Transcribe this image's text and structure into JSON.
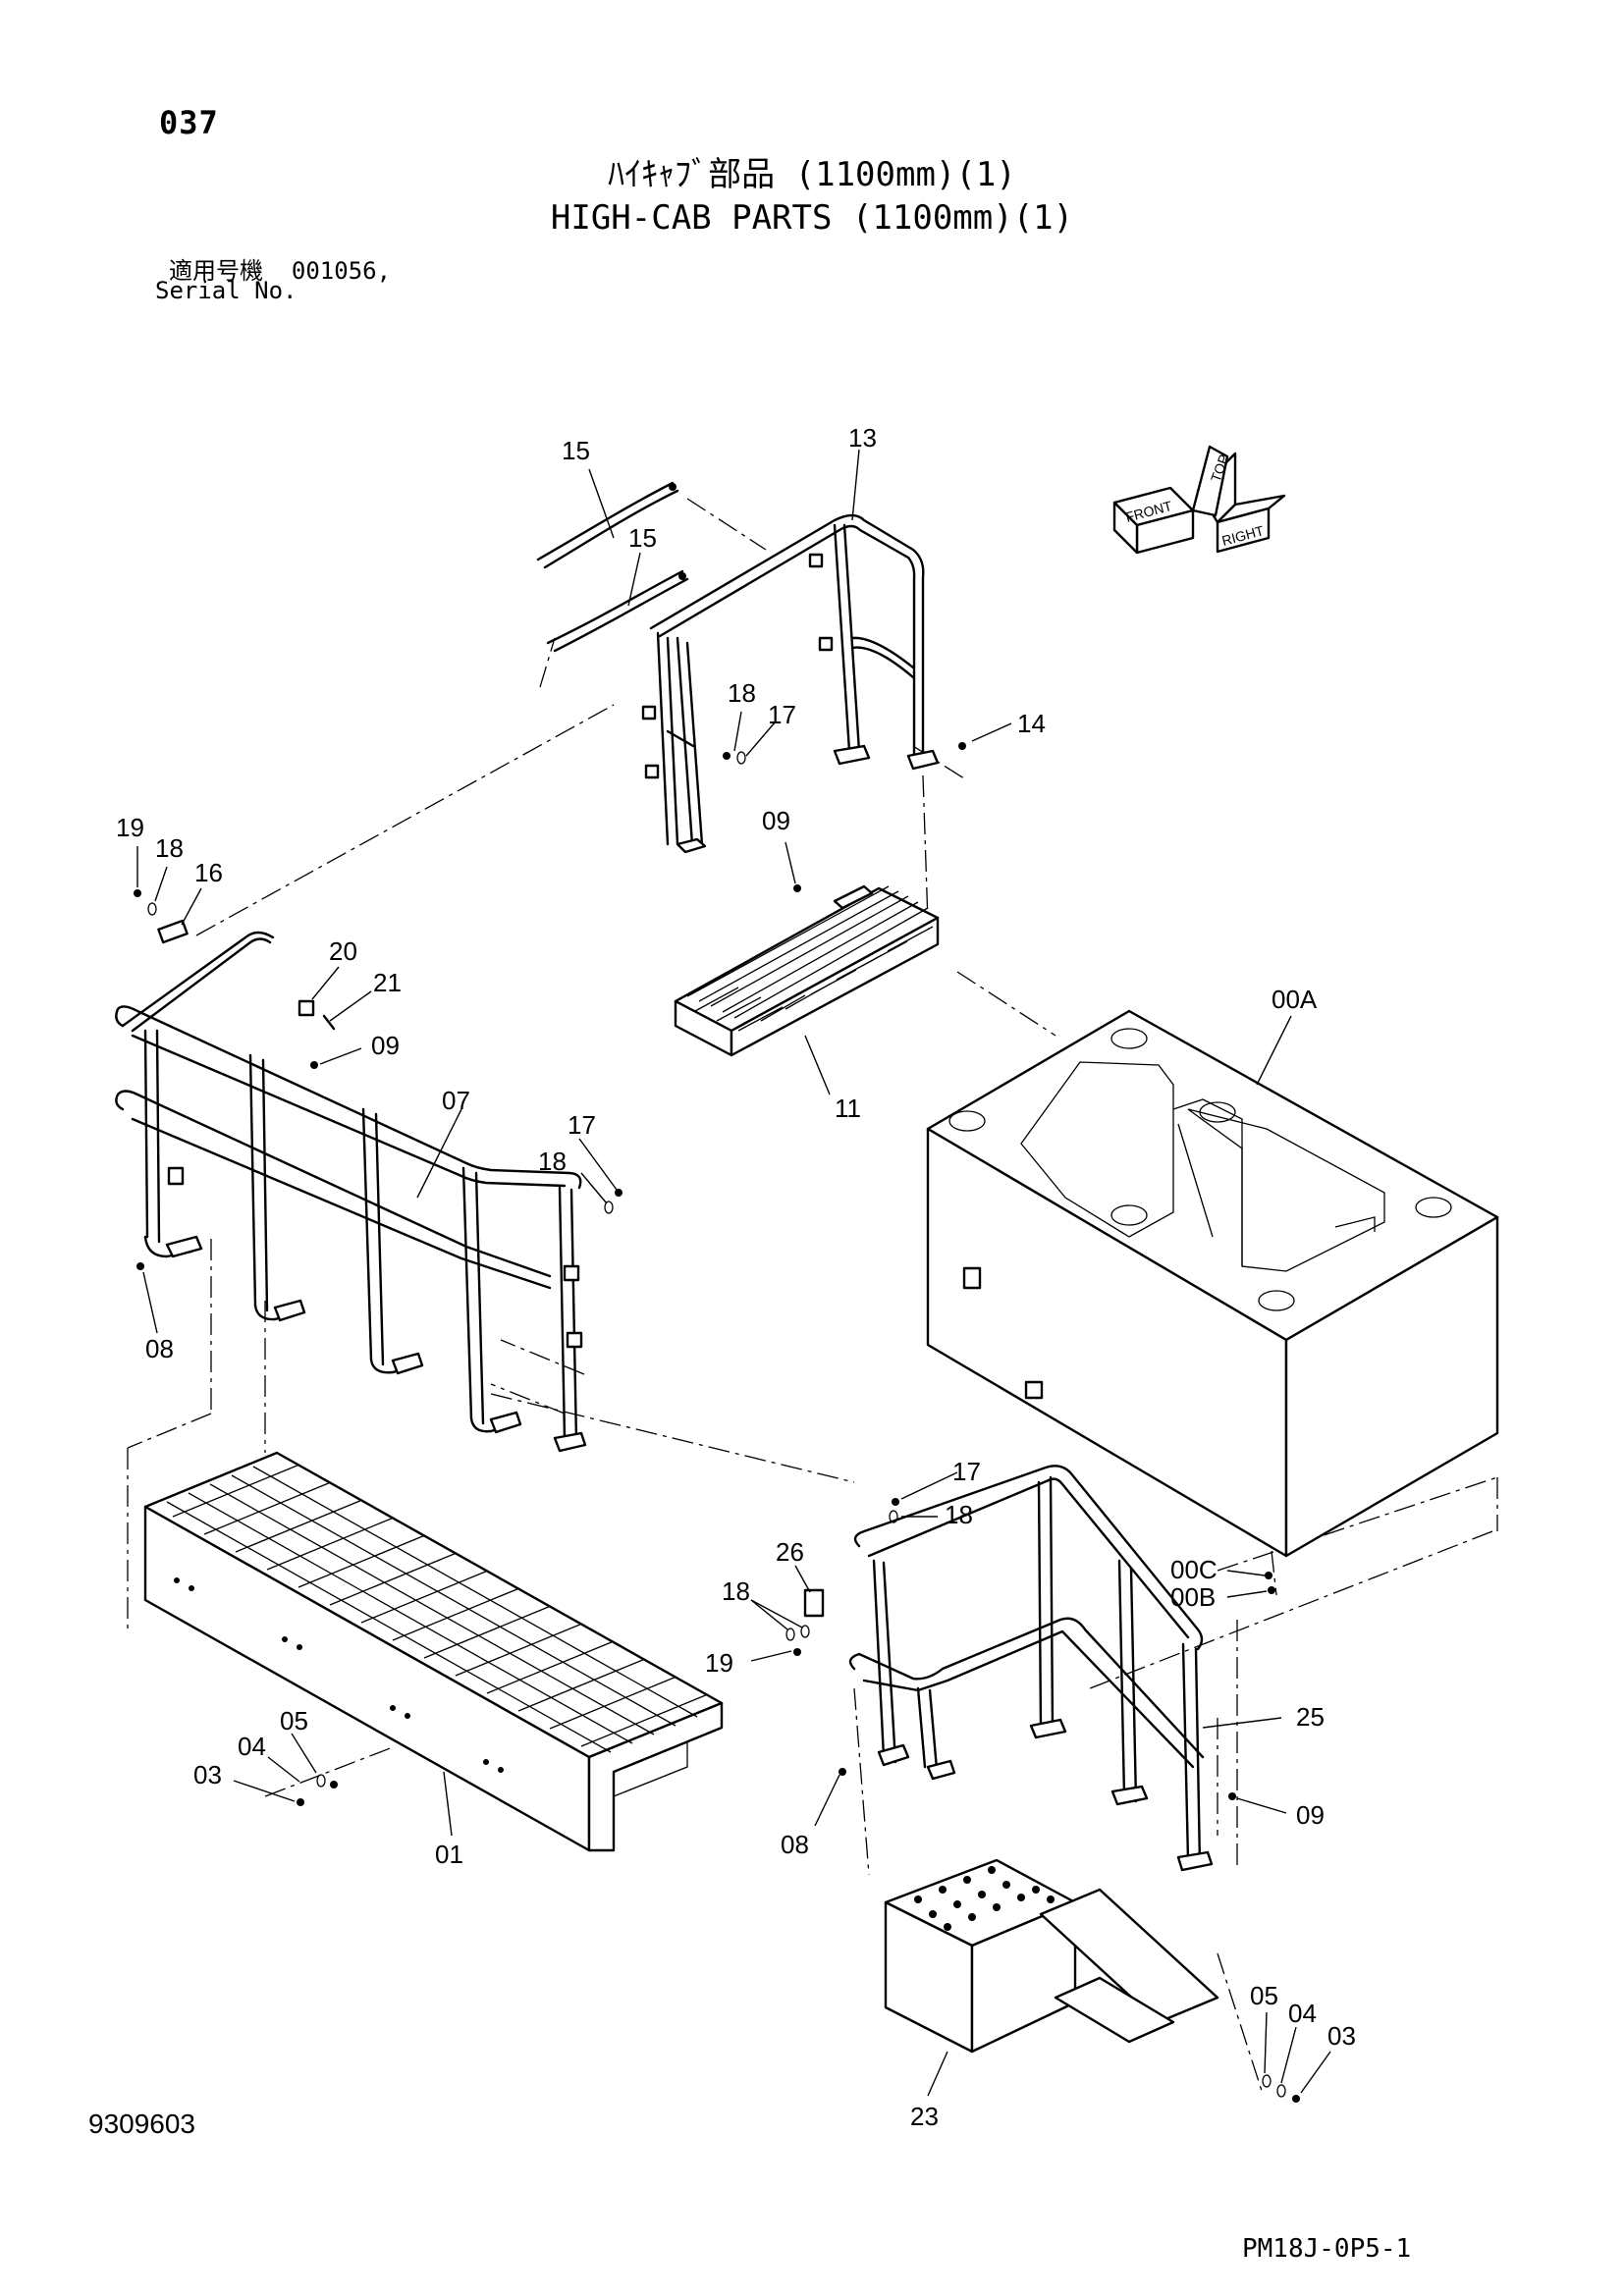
{
  "header": {
    "page_number": "037",
    "title_jp": "ﾊｲｷｬﾌﾞ部品 (1100mm)(1)",
    "title_en": "HIGH-CAB PARTS (1100mm)(1)",
    "serial_label_jp": "適用号機",
    "serial_value": "001056,",
    "serial_label_en": "Serial No."
  },
  "orientation_symbol": {
    "labels": [
      "TOP",
      "FRONT",
      "RIGHT"
    ]
  },
  "callouts": [
    "15",
    "13",
    "15",
    "18",
    "17",
    "14",
    "19",
    "18",
    "16",
    "09",
    "20",
    "21",
    "09",
    "00A",
    "11",
    "07",
    "17",
    "18",
    "08",
    "17",
    "18",
    "26",
    "18",
    "00C",
    "00B",
    "19",
    "25",
    "05",
    "04",
    "03",
    "08",
    "09",
    "01",
    "05",
    "04",
    "03",
    "23"
  ],
  "footer": {
    "doc_number": "9309603",
    "drawing_code": "PM18J-0P5-1"
  }
}
